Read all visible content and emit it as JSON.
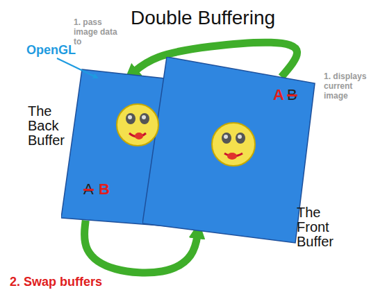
{
  "diagram": {
    "title": "Double Buffering",
    "nodes": [
      {
        "text": [
          "The Back Buffer",
          "A",
          "B"
        ]
      },
      {
        "text": [
          "The Front Buffer",
          "A",
          "B"
        ]
      }
    ],
    "edges": [
      {
        "from": 0,
        "to": 1,
        "arrow": "to"
      },
      {
        "from": 1,
        "to": 0,
        "arrow": "to"
      }
    ],
    "labels": [
      "OpenGL",
      "1. pass image data to",
      "1. displays current image",
      "2. Swap buffers"
    ]
  }
}
